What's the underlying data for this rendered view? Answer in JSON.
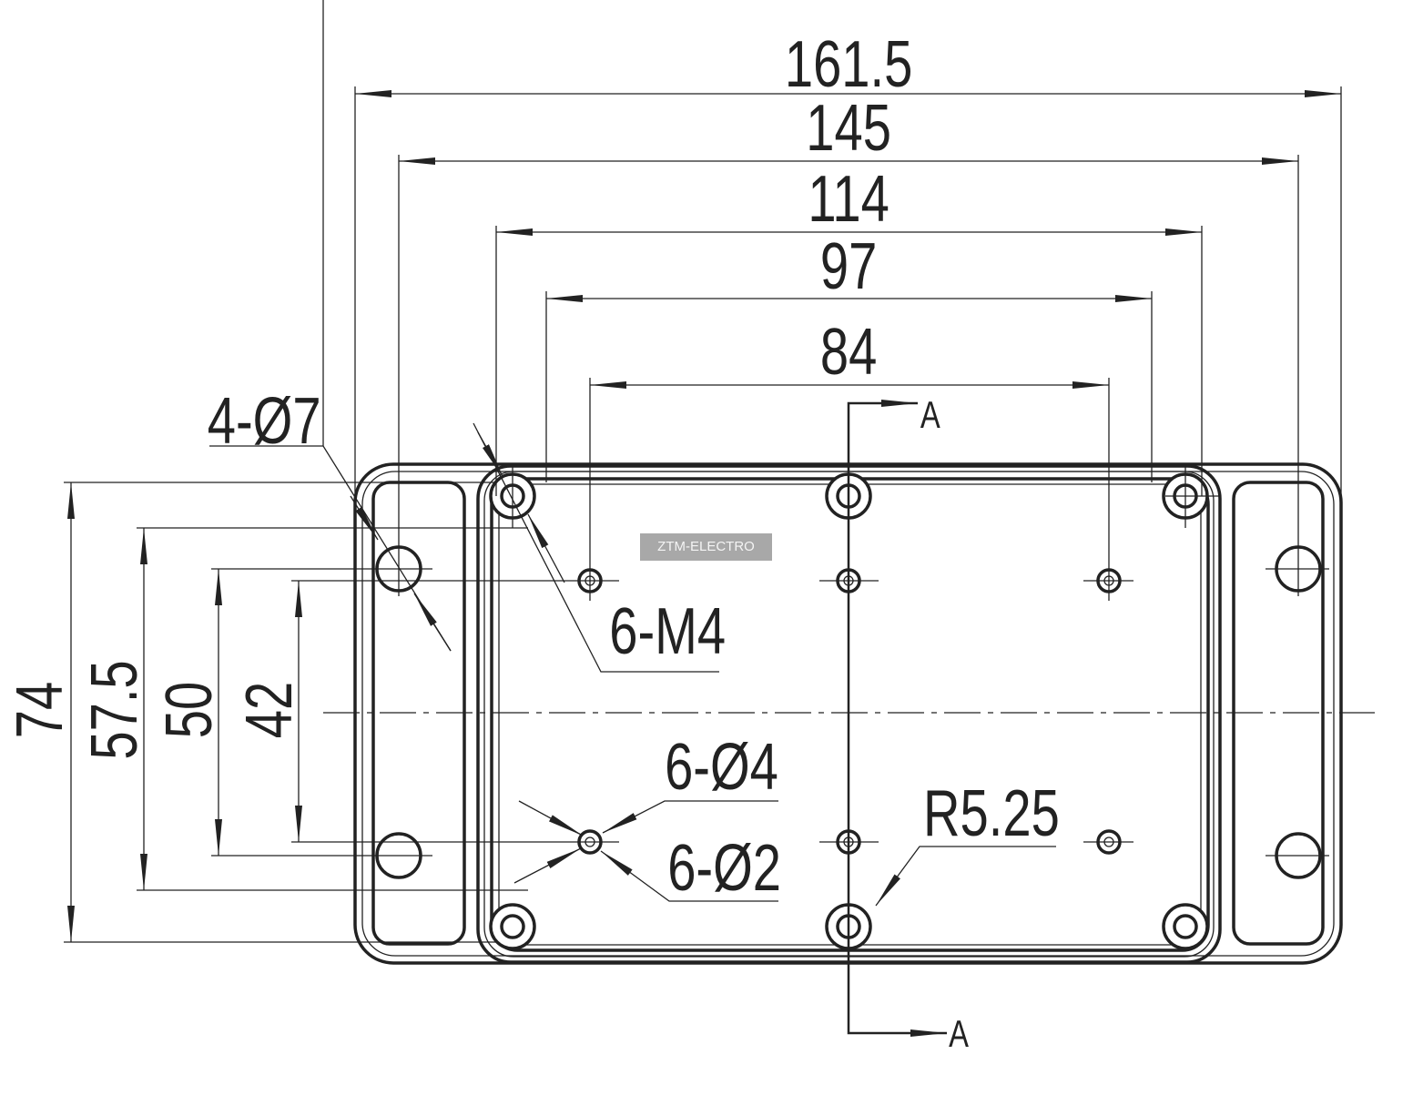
{
  "drawing": {
    "horizontal_dimensions": [
      "161.5",
      "145",
      "114",
      "97",
      "84"
    ],
    "vertical_dimensions": [
      "74",
      "57.5",
      "50",
      "42"
    ],
    "callouts": {
      "mount_holes": "4-Ø7",
      "threads": "6-M4",
      "hole_outer": "6-Ø4",
      "hole_inner": "6-Ø2",
      "radius": "R5.25"
    },
    "section_label": "A"
  },
  "watermark": "ZTM-ELECTRO"
}
